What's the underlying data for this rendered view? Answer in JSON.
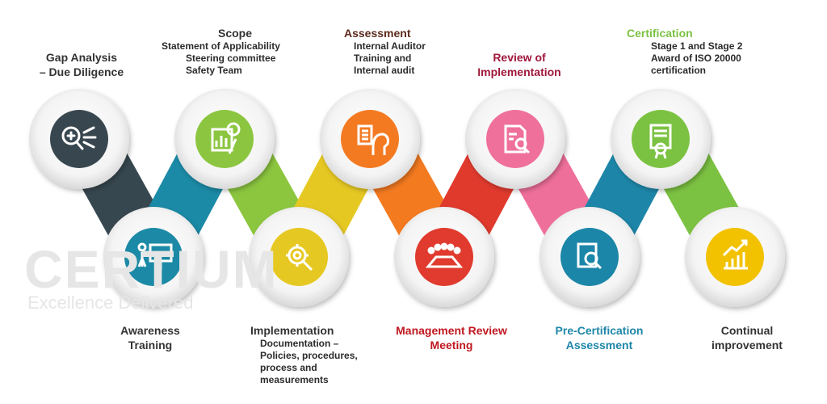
{
  "colors": {
    "gap": "#37474f",
    "awareness": "#1b8aa6",
    "scope": "#8cc63f",
    "implementation": "#e6c822",
    "assessment": "#f47a20",
    "management": "#e03a2d",
    "review": "#ef6f9b",
    "precert": "#1d86a8",
    "certification": "#7cc242",
    "continual": "#f2c200"
  },
  "watermark": {
    "brand": "CERTIUM",
    "tagline": "Excellence Delivered"
  },
  "steps": {
    "gap": {
      "title1": "Gap Analysis",
      "title2": "– Due Diligence",
      "icon": "magnifier-arrows-icon"
    },
    "scope": {
      "title": "Scope",
      "d1": "Statement of Applicability",
      "d2": "Steering committee",
      "d3": "Safety Team",
      "icon": "chart-pencil-icon"
    },
    "assessment": {
      "title": "Assessment",
      "d1": "Internal Auditor",
      "d2": "Training and",
      "d3": "Internal audit",
      "icon": "checklist-head-icon"
    },
    "review": {
      "title1": "Review of",
      "title2": "Implementation",
      "icon": "document-search-icon"
    },
    "certification": {
      "title": "Certification",
      "d1": "Stage 1 and Stage 2",
      "d2": "Award of ISO 20000",
      "d3": "certification",
      "icon": "certificate-icon"
    },
    "awareness": {
      "title1": "Awareness",
      "title2": "Training",
      "icon": "presentation-board-icon"
    },
    "implementation": {
      "title": "Implementation",
      "d1": "Documentation –",
      "d2": "Policies, procedures,",
      "d3": "process and",
      "d4": "measurements",
      "icon": "gear-tools-icon"
    },
    "management": {
      "title1": "Management Review",
      "title2": "Meeting",
      "icon": "meeting-table-icon"
    },
    "precert": {
      "title1": "Pre-Certification",
      "title2": "Assessment",
      "icon": "document-magnifier-icon"
    },
    "continual": {
      "title1": "Continual",
      "title2": "improvement",
      "icon": "growth-chart-icon"
    }
  }
}
